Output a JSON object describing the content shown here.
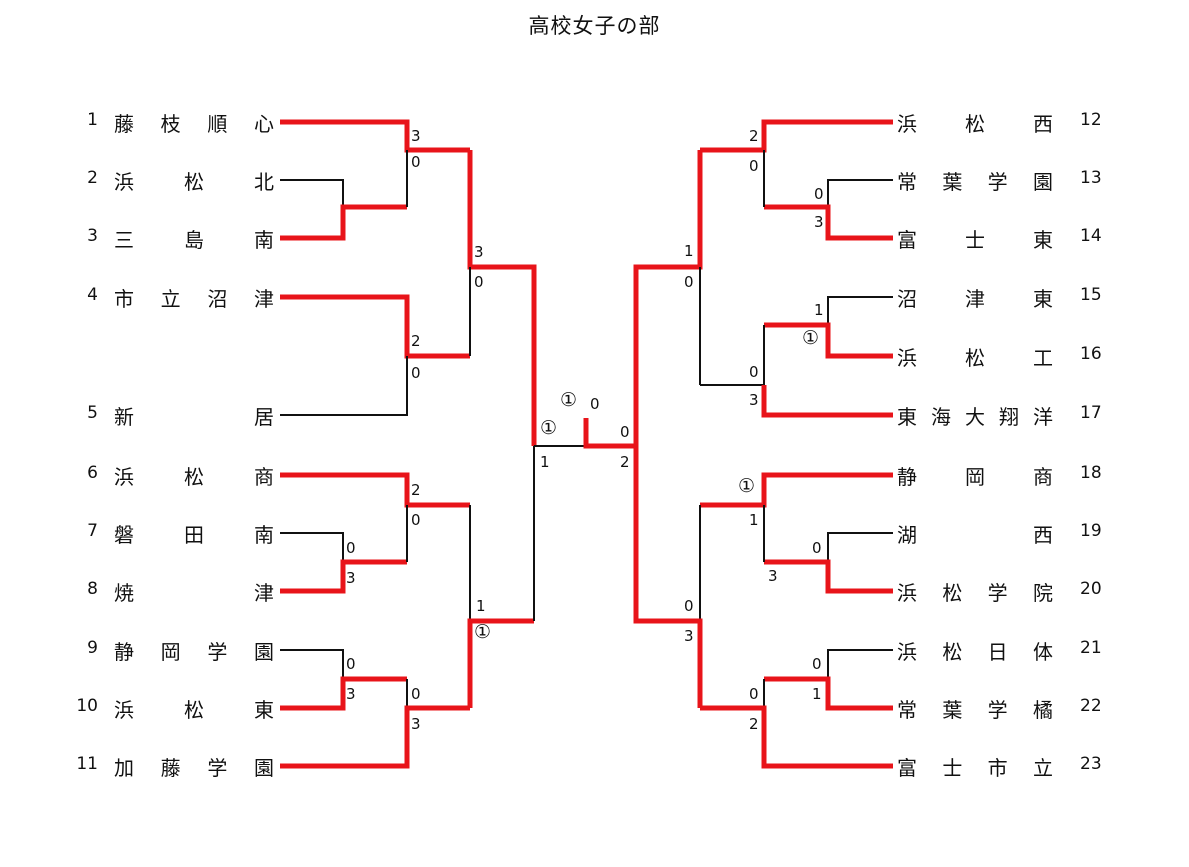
{
  "title": "高校女子の部",
  "teams_left": [
    {
      "seed": "1",
      "name": "藤枝順心"
    },
    {
      "seed": "2",
      "name": "浜松北"
    },
    {
      "seed": "3",
      "name": "三島南"
    },
    {
      "seed": "4",
      "name": "市立沼津"
    },
    {
      "seed": "5",
      "name": "新居"
    },
    {
      "seed": "6",
      "name": "浜松商"
    },
    {
      "seed": "7",
      "name": "磐田南"
    },
    {
      "seed": "8",
      "name": "焼津"
    },
    {
      "seed": "9",
      "name": "静岡学園"
    },
    {
      "seed": "10",
      "name": "浜松東"
    },
    {
      "seed": "11",
      "name": "加藤学園"
    }
  ],
  "teams_right": [
    {
      "seed": "12",
      "name": "浜松西"
    },
    {
      "seed": "13",
      "name": "常葉学園"
    },
    {
      "seed": "14",
      "name": "富士東"
    },
    {
      "seed": "15",
      "name": "沼津東"
    },
    {
      "seed": "16",
      "name": "浜松工"
    },
    {
      "seed": "17",
      "name": "東海大翔洋"
    },
    {
      "seed": "18",
      "name": "静岡商"
    },
    {
      "seed": "19",
      "name": "湖西"
    },
    {
      "seed": "20",
      "name": "浜松学院"
    },
    {
      "seed": "21",
      "name": "浜松日体"
    },
    {
      "seed": "22",
      "name": "常葉学橘"
    },
    {
      "seed": "23",
      "name": "富士市立"
    }
  ],
  "scores": {
    "l_r1_2v3": [
      "",
      ""
    ],
    "l_r2_1v23": [
      "3",
      "0"
    ],
    "l_r2_4v5": [
      "2",
      "0"
    ],
    "l_r3_top": [
      "3",
      "0"
    ],
    "l_r1_7v8": [
      "0",
      "3"
    ],
    "l_r2_6v78": [
      "2",
      "0"
    ],
    "l_r1_9v10": [
      "0",
      "3"
    ],
    "l_r2_910v11": [
      "0",
      "3"
    ],
    "l_r3_bot": [
      "1",
      "①"
    ],
    "l_semi": [
      "①",
      "1"
    ],
    "final": [
      "①",
      "0"
    ],
    "r_semi": [
      "0",
      "2"
    ],
    "r_r1_13v14": [
      "0",
      "3"
    ],
    "r_r2_12v1314": [
      "2",
      "0"
    ],
    "r_r1_15v16": [
      "1",
      "①"
    ],
    "r_r2_1516v17": [
      "0",
      "3"
    ],
    "r_r3_top": [
      "1",
      "0"
    ],
    "r_r1_19v20": [
      "0",
      "3"
    ],
    "r_r2_18v1920": [
      "①",
      "1"
    ],
    "r_r1_21v22": [
      "0",
      "1"
    ],
    "r_r2_2122v23": [
      "0",
      "2"
    ],
    "r_r3_bot": [
      "0",
      "3"
    ]
  },
  "colors": {
    "winner": "#e8141a",
    "line": "#111111"
  }
}
